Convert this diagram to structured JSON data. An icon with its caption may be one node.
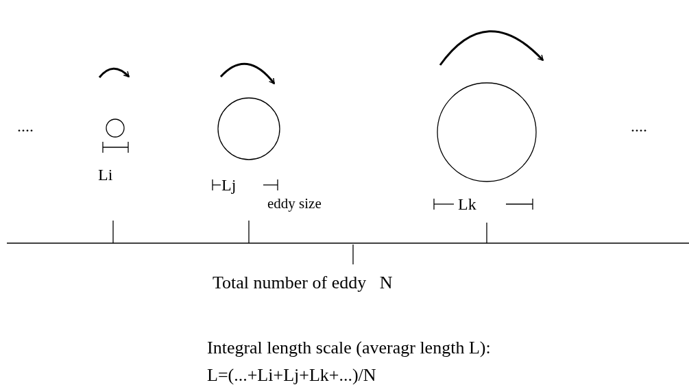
{
  "diagram": {
    "nodes": [
      {
        "text": [],
        "shape": "circle"
      },
      {
        "text": [],
        "shape": "circle"
      },
      {
        "text": [],
        "shape": "circle"
      }
    ],
    "labels": [
      "....",
      "Li",
      "Lj",
      "eddy size",
      "Lk",
      "....",
      "Total number of eddy   N",
      "Integral length scale (averagr length L):",
      "L=(...+Li+Lj+Lk+...)/N"
    ]
  }
}
